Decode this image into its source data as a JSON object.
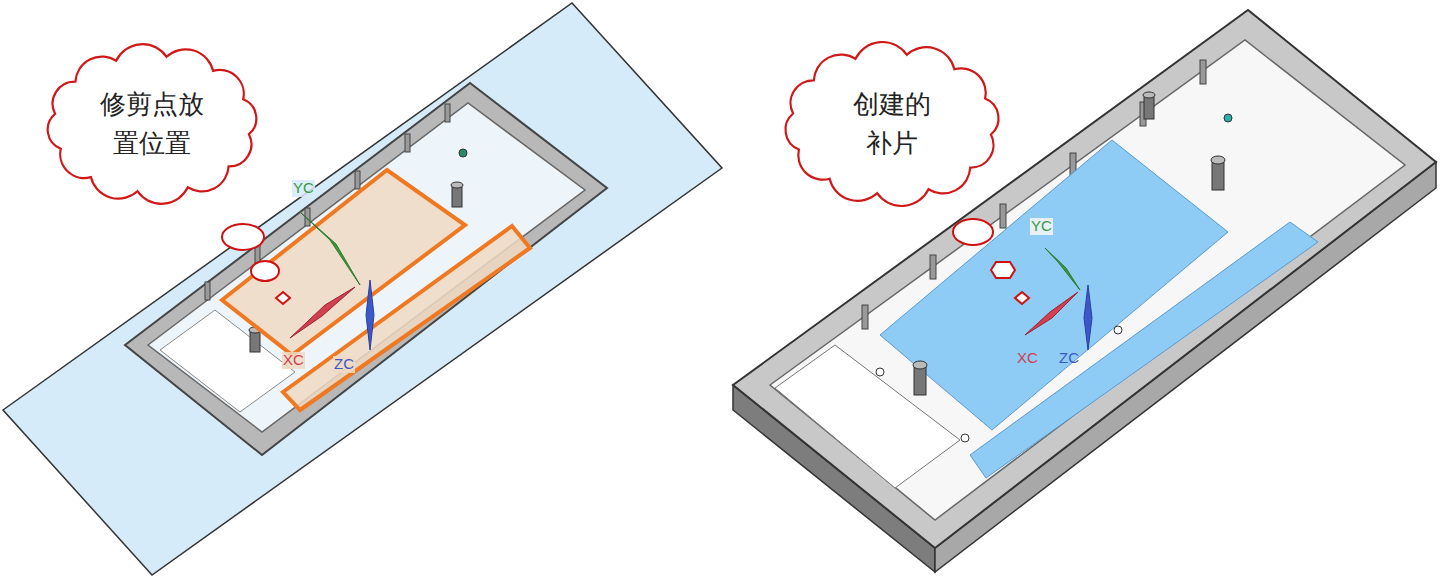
{
  "diagram": {
    "nodes": [
      {
        "text": [
          "修剪点放置位置"
        ]
      },
      {
        "text": [
          "创建的补片"
        ]
      }
    ],
    "labels": [
      "YC",
      "XC",
      "ZC",
      "YC",
      "XC",
      "ZC"
    ]
  }
}
